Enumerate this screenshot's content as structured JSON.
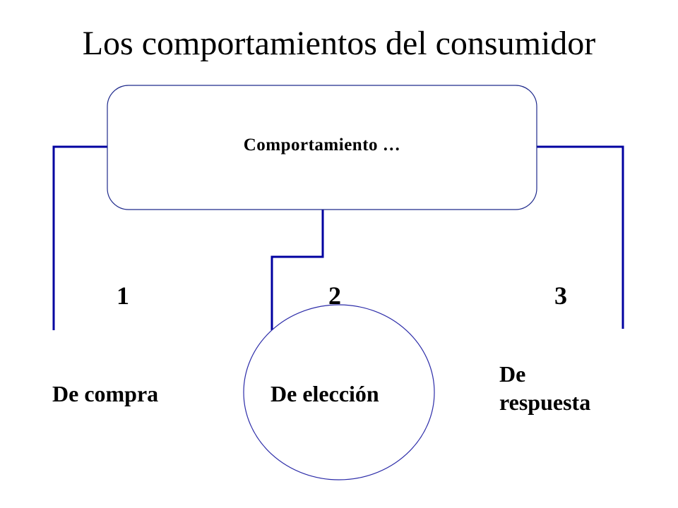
{
  "title": "Los comportamientos del consumidor",
  "box_label": "Comportamiento …",
  "branches": [
    {
      "number": "1",
      "label": "De compra"
    },
    {
      "number": "2",
      "label": "De elección"
    },
    {
      "number": "3",
      "label_line1": "De",
      "label_line2": "respuesta"
    }
  ],
  "colors": {
    "connector": "#0000a0",
    "box_border": "#1f2a8c",
    "circle_border": "#2b2ba8",
    "text": "#000000"
  }
}
